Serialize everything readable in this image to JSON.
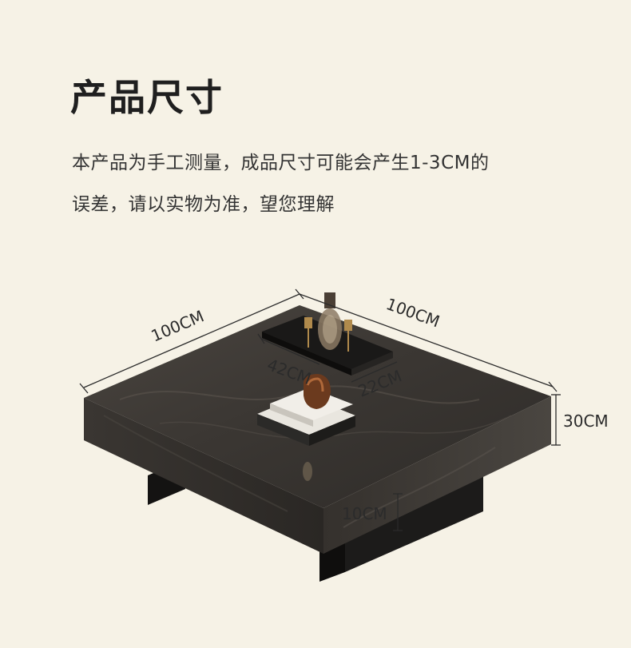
{
  "title": "产品尺寸",
  "description": {
    "line1": "本产品为手工测量，成品尺寸可能会产生1-3CM的",
    "line2": "误差，请以实物为准，望您理解"
  },
  "dimensions": {
    "length": "100CM",
    "width": "100CM",
    "height": "30CM",
    "tray_length": "42CM",
    "tray_width": "22CM",
    "base_height": "10CM"
  },
  "colors": {
    "background": "#f6f2e6",
    "marble": "#3d3935",
    "marble_side": "#2f2c29",
    "base": "#1a1918",
    "dimension_line": "#2b2b2b"
  }
}
